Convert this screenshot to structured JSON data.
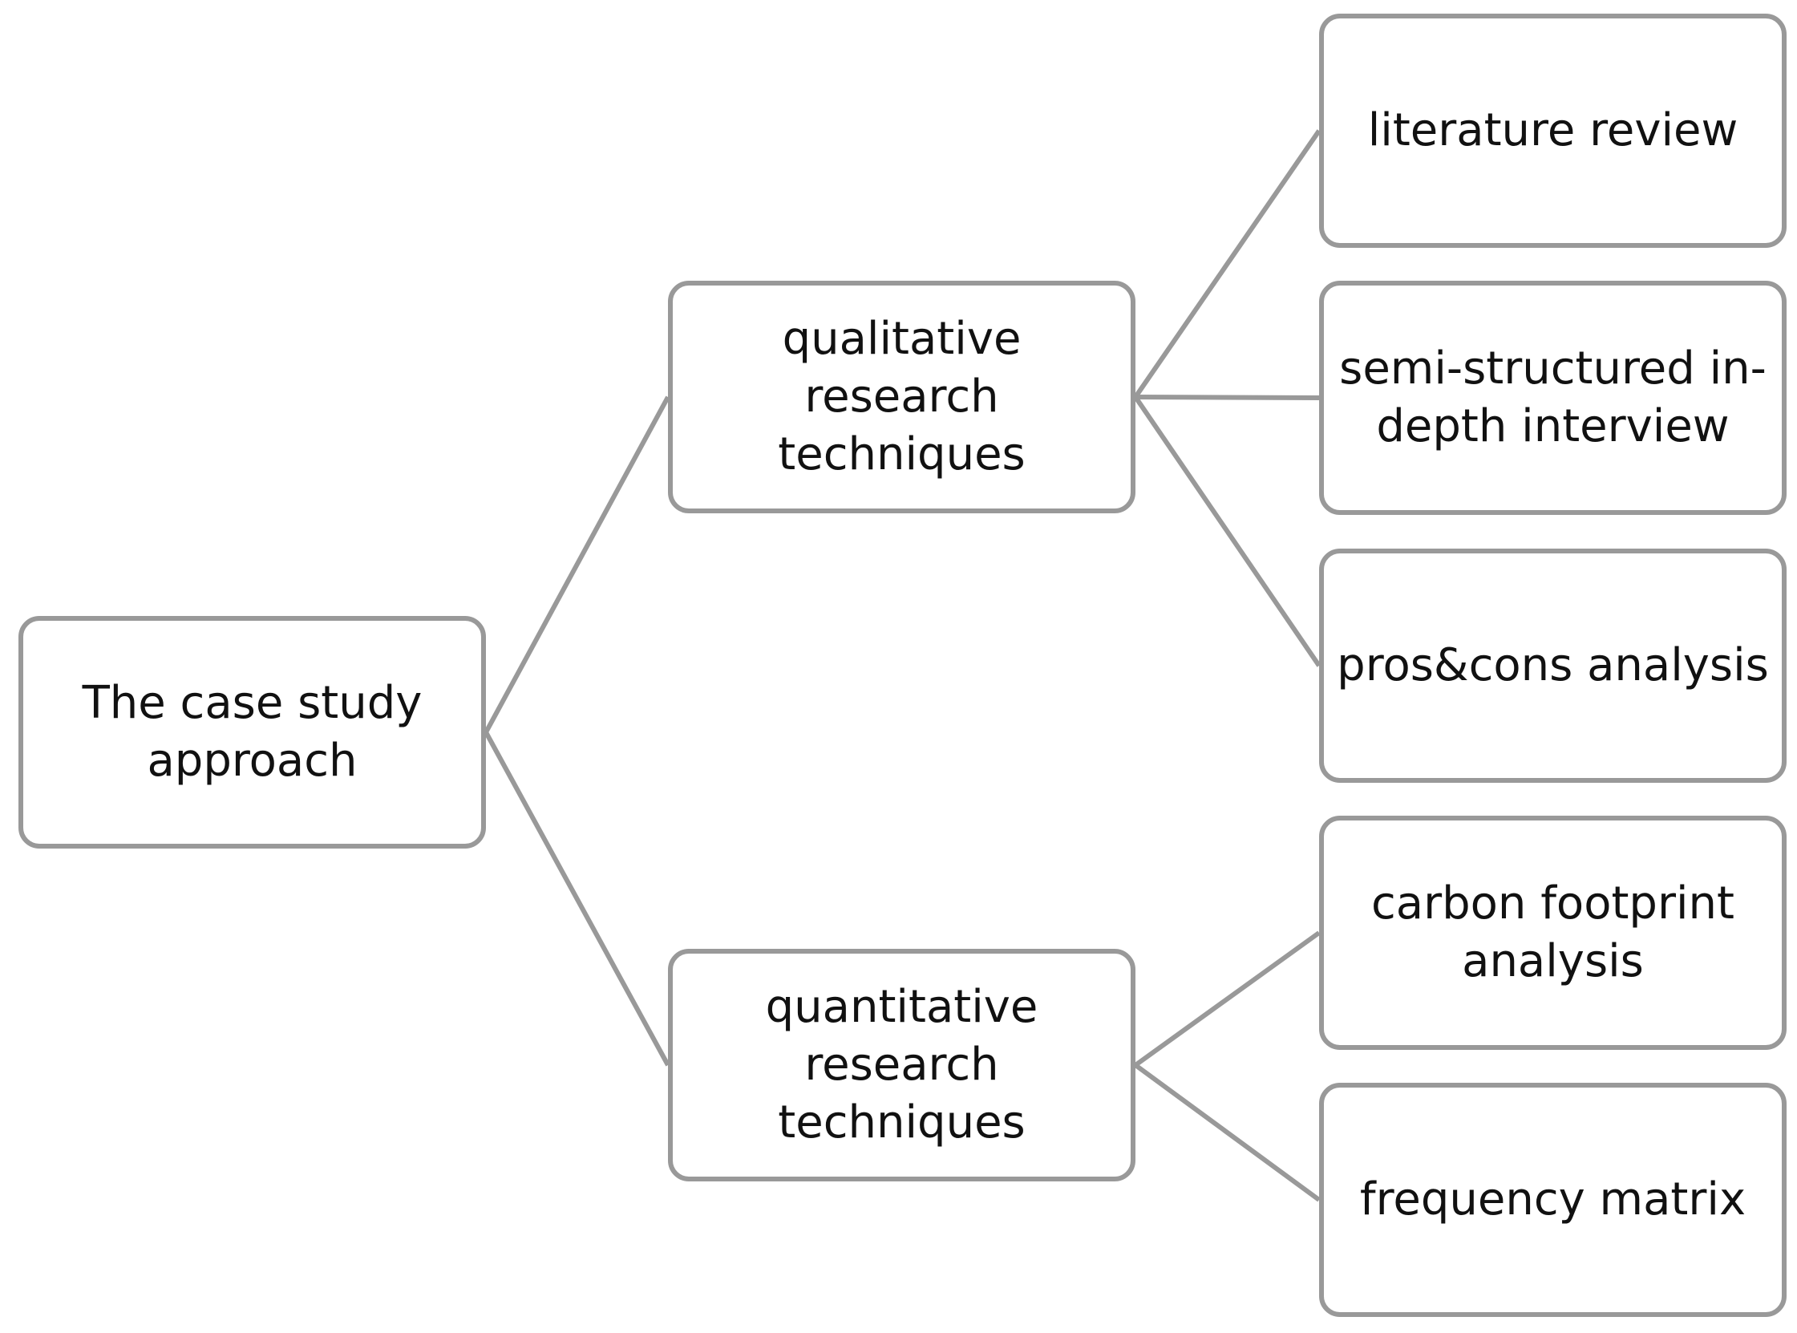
{
  "diagram": {
    "line_color": "#999999",
    "border_color": "#999999",
    "text_color": "#111111",
    "nodes": {
      "root": {
        "line1": "The case study",
        "line2": "approach"
      },
      "qualitative": {
        "line1": "qualitative",
        "line2": "research techniques"
      },
      "quantitative": {
        "line1": "quantitative",
        "line2": "research techniques"
      },
      "literature": {
        "line1": "literature review"
      },
      "semi": {
        "line1": "semi-structured in-",
        "line2": "depth interview"
      },
      "pros": {
        "line1": "pros&cons analysis"
      },
      "carbon": {
        "line1": "carbon footprint",
        "line2": "analysis"
      },
      "frequency": {
        "line1": "frequency matrix"
      }
    },
    "edges": [
      [
        "root",
        "qualitative"
      ],
      [
        "root",
        "quantitative"
      ],
      [
        "qualitative",
        "literature"
      ],
      [
        "qualitative",
        "semi"
      ],
      [
        "qualitative",
        "pros"
      ],
      [
        "quantitative",
        "carbon"
      ],
      [
        "quantitative",
        "frequency"
      ]
    ]
  }
}
